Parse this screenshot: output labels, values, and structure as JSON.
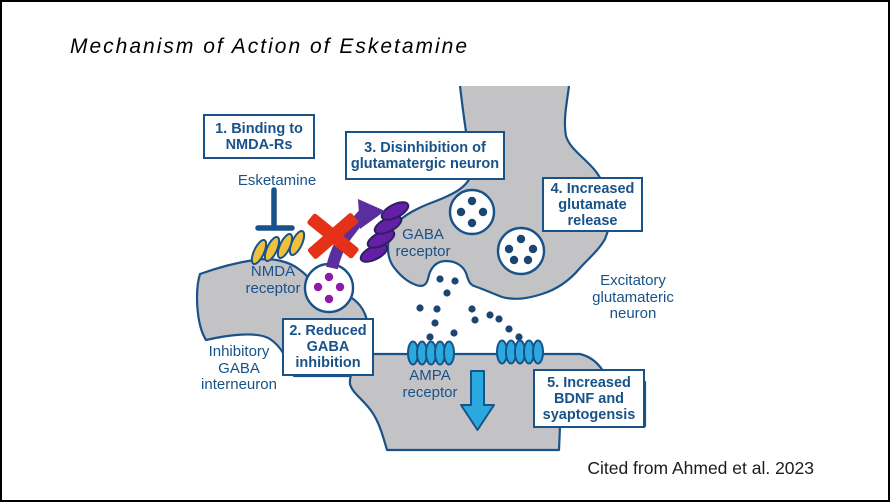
{
  "title": "Mechanism of Action of Esketamine",
  "citation": "Cited from Ahmed et al. 2023",
  "colors": {
    "navy": "#185289",
    "gray": "#C3C3C6",
    "yellow": "#F0C13F",
    "purple-receptor": "#641FA6",
    "purple-arrow": "#5B2E9E",
    "purple-dot": "#8E1BA8",
    "red": "#E53117",
    "cyan": "#2BA8DD",
    "dot-navy": "#1B4672"
  },
  "boxes": {
    "b1": {
      "l1": "1. Binding to",
      "l2": "NMDA-Rs"
    },
    "b2": {
      "l1": "2. Reduced",
      "l2": "GABA",
      "l3": "inhibition"
    },
    "b3": {
      "l1": "3. Disinhibition of",
      "l2": "glutamatergic neuron"
    },
    "b4": {
      "l1": "4. Increased",
      "l2": "glutamate",
      "l3": "release"
    },
    "b5": {
      "l1": "5. Increased",
      "l2": "BDNF and",
      "l3": "syaptogensis"
    }
  },
  "labels": {
    "drug": "Esketamine",
    "nmda": {
      "l1": "NMDA",
      "l2": "receptor"
    },
    "gaba": {
      "l1": "GABA",
      "l2": "receptor"
    },
    "ampa": {
      "l1": "AMPA",
      "l2": "receptor"
    },
    "excitatory": {
      "l1": "Excitatory",
      "l2": "glutamateric",
      "l3": "neuron"
    },
    "inhibitory": {
      "l1": "Inhibitory",
      "l2": "GABA",
      "l3": "interneuron"
    }
  }
}
